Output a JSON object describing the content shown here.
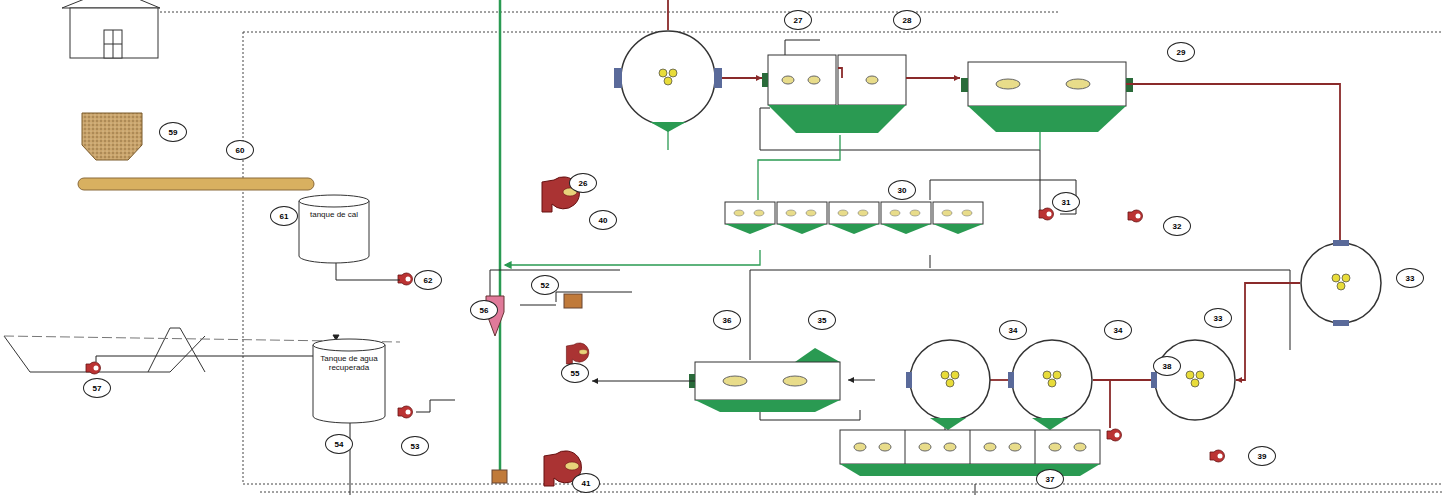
{
  "diagram": {
    "nodes": [
      {
        "text": [
          "tanque de cal"
        ]
      },
      {
        "text": [
          "Tanque de agua recuperada"
        ]
      }
    ],
    "labels": [
      "59",
      "60",
      "61",
      "62",
      "57",
      "54",
      "53",
      "56",
      "52",
      "55",
      "40",
      "26",
      "27",
      "28",
      "29",
      "30",
      "31",
      "32",
      "33",
      "33",
      "34",
      "34",
      "35",
      "36",
      "37",
      "38",
      "39",
      "41"
    ]
  }
}
